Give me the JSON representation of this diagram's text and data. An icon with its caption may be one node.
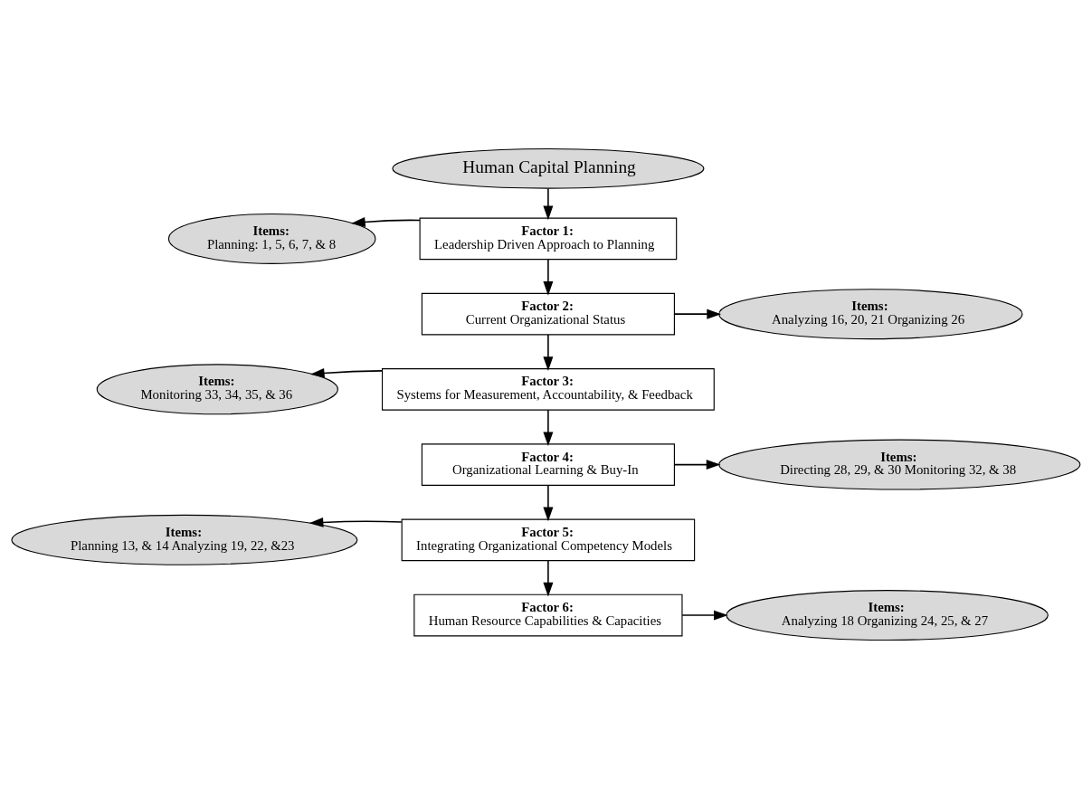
{
  "diagram": {
    "nodes": [
      {
        "text": [
          "Human Capital Planning"
        ]
      },
      {
        "text": [
          "Factor 1:",
          "Leadership Driven Approach to Planning"
        ]
      },
      {
        "text": [
          "Items:",
          "Planning: 1, 5, 6, 7, & 8"
        ]
      },
      {
        "text": [
          "Factor 2:",
          "Current Organizational Status"
        ]
      },
      {
        "text": [
          "Items:",
          "Analyzing 16, 20, 21 Organizing 26"
        ]
      },
      {
        "text": [
          "Factor 3:",
          "Systems for Measurement, Accountability, & Feedback"
        ]
      },
      {
        "text": [
          "Items:",
          "Monitoring 33, 34, 35, & 36"
        ]
      },
      {
        "text": [
          "Factor 4:",
          "Organizational Learning & Buy-In"
        ]
      },
      {
        "text": [
          "Items:",
          "Directing 28, 29, & 30 Monitoring 32, & 38"
        ]
      },
      {
        "text": [
          "Factor 5:",
          "Integrating Organizational Competency Models"
        ]
      },
      {
        "text": [
          "Items:",
          "Planning 13, & 14 Analyzing 19, 22, &23"
        ]
      },
      {
        "text": [
          "Factor 6:",
          "Human Resource Capabilities & Capacities"
        ]
      },
      {
        "text": [
          "Items:",
          "Analyzing 18 Organizing 24, 25, & 27"
        ]
      }
    ],
    "edges": [
      {
        "from": 0,
        "to": 1,
        "arrow": "to"
      },
      {
        "from": 1,
        "to": 2,
        "arrow": "to"
      },
      {
        "from": 1,
        "to": 3,
        "arrow": "to"
      },
      {
        "from": 3,
        "to": 4,
        "arrow": "to"
      },
      {
        "from": 3,
        "to": 5,
        "arrow": "to"
      },
      {
        "from": 5,
        "to": 6,
        "arrow": "to"
      },
      {
        "from": 5,
        "to": 7,
        "arrow": "to"
      },
      {
        "from": 7,
        "to": 8,
        "arrow": "to"
      },
      {
        "from": 7,
        "to": 9,
        "arrow": "to"
      },
      {
        "from": 9,
        "to": 10,
        "arrow": "to"
      },
      {
        "from": 9,
        "to": 11,
        "arrow": "to"
      },
      {
        "from": 11,
        "to": 12,
        "arrow": "to"
      }
    ]
  }
}
